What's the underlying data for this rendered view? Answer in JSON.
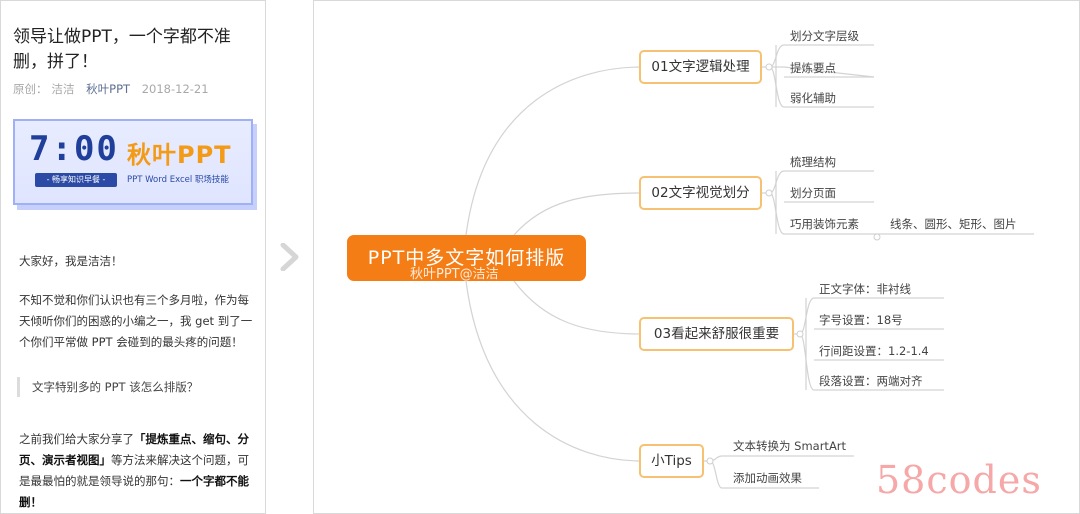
{
  "article": {
    "title": "领导让做PPT，一个字都不准删，拼了！",
    "meta": {
      "type": "原创：",
      "author": "洁洁",
      "account": "秋叶PPT",
      "date": "2018-12-21"
    },
    "banner": {
      "time": "7:00",
      "time_sub": "- 畅享知识早餐 -",
      "brand": "秋叶PPT",
      "brand_sub": "PPT Word Excel 职场技能"
    },
    "p1": "大家好，我是洁洁！",
    "p2": "不知不觉和你们认识也有三个多月啦，作为每天倾听你们的困惑的小编之一，我 get 到了一个你们平常做 PPT 会碰到的最头疼的问题！",
    "quote": "文字特别多的 PPT 该怎么排版？",
    "p3": {
      "a": "之前我们给大家分享了",
      "b": "「提炼重点、缩句、分页、演示者视图」",
      "c": "等方法来解决这个问题，可是最最怕的就是领导说的那句：",
      "d": "一个字都不能删！"
    }
  },
  "mindmap": {
    "root": "PPT中多文字如何排版",
    "watermark": "秋叶PPT@洁洁",
    "branches": [
      {
        "label": "01文字逻辑处理",
        "children": [
          "划分文字层级",
          "提炼要点",
          "弱化辅助"
        ]
      },
      {
        "label": "02文字视觉划分",
        "children": [
          "梳理结构",
          "划分页面",
          "巧用装饰元素"
        ],
        "grandchild": "线条、圆形、矩形、图片"
      },
      {
        "label": "03看起来舒服很重要",
        "children": [
          "正文字体：非衬线",
          "字号设置：18号",
          "行间距设置：1.2-1.4",
          "段落设置：两端对齐"
        ]
      },
      {
        "label": "小Tips",
        "children": [
          "文本转换为 SmartArt",
          "添加动画效果"
        ]
      }
    ]
  },
  "watermark_brand": "58codes",
  "colors": {
    "root": "#f47d16",
    "branch_border": "#f6c173",
    "link": "#d3d3d3",
    "banner_blue": "#1f3f9a",
    "banner_orange": "#f39a16"
  }
}
